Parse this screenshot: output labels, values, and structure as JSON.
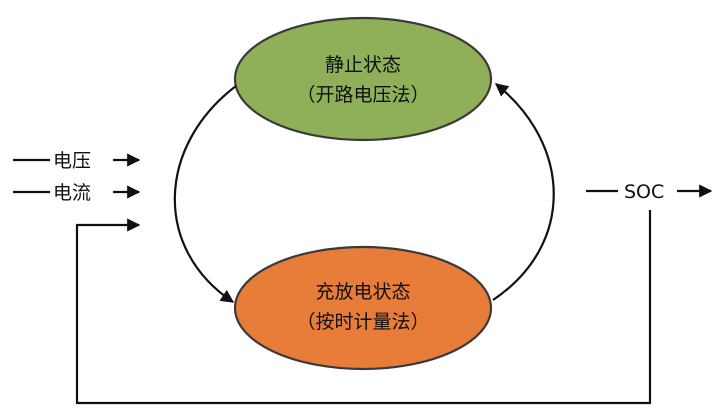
{
  "nodes": {
    "static": {
      "line1": "静止状态",
      "line2": "（开路电压法）",
      "fill": "#8fb059"
    },
    "charging": {
      "line1": "充放电状态",
      "line2": "（按时计量法）",
      "fill": "#e87d3a"
    }
  },
  "inputs": {
    "voltage": "电压",
    "current": "电流"
  },
  "output": {
    "soc": "SOC"
  },
  "colors": {
    "line": "#111111",
    "node_border": "#3a3a3a"
  }
}
